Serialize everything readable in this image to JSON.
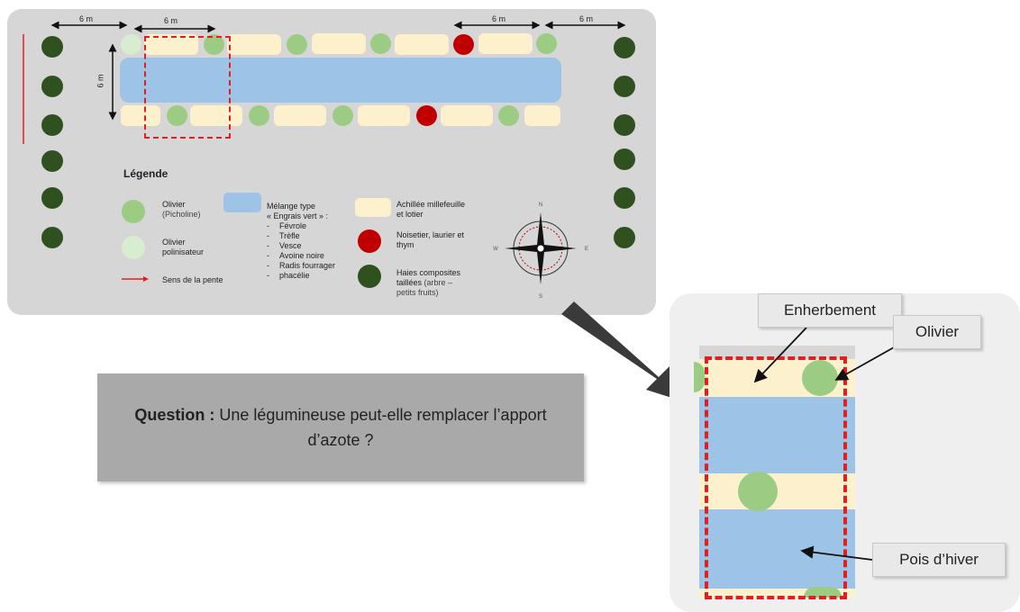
{
  "plan": {
    "dimensions": {
      "top_left_outer": "6 m",
      "top_left_inner": "6 m",
      "top_right_inner": "6 m",
      "top_right_outer": "6 m",
      "vertical": "6 m"
    }
  },
  "legend": {
    "title": "Légende",
    "olivier": {
      "label": "Olivier",
      "sub": "(Picholine)"
    },
    "olivier_polinisateur": {
      "line1": "Olivier",
      "line2": "polinisateur"
    },
    "slope": "Sens de la pente",
    "melange": {
      "line1": "Mélange type",
      "line2": "« Engrais vert » :",
      "items": [
        "Févrole",
        "Trèfle",
        "Vesce",
        "Avoine noire",
        "Radis fourrager",
        "phacélie"
      ]
    },
    "achillee": {
      "line1": "Achillée millefeuille",
      "line2": "et lotier"
    },
    "noisetier": {
      "line1": "Noisetier, laurier et",
      "line2": "thym"
    },
    "haies": {
      "line1": "Haies composites",
      "line2": "taillées",
      "line2_sub": "(arbre –",
      "line3": "petits fruits)"
    }
  },
  "compass": {
    "n": "N",
    "s": "S",
    "e": "E",
    "w": "W"
  },
  "question": {
    "prefix": "Question :",
    "text": " Une légumineuse peut-elle remplacer l’apport d’azote ?"
  },
  "zoom": {
    "labels": {
      "enherbement": "Enherbement",
      "olivier": "Olivier",
      "pois": "Pois d’hiver"
    }
  },
  "colors": {
    "hedge": "#2f5120",
    "olive": "#9ccc84",
    "pollinator": "#d8ecd0",
    "hazel": "#c00000",
    "grass_strip": "#fdf0cc",
    "green_manure": "#9dc3e6",
    "slope_arrow": "#e02020",
    "panel": "#d6d6d6"
  }
}
